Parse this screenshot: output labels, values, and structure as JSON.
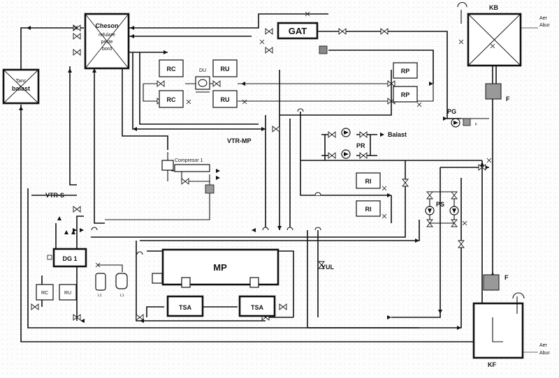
{
  "diagram": {
    "labels": {
      "tanc_balast": [
        "Tanc",
        "balast"
      ],
      "cheson": [
        "Cheson",
        "refulare",
        "peste",
        "bord"
      ],
      "gat": "GAT",
      "kb": "KB",
      "kf": "KF",
      "aer_top": [
        "Aer",
        "Abur"
      ],
      "aer_bottom": [
        "Aer",
        "Abur"
      ],
      "rc_top": "RC",
      "rc_bottom": "RC",
      "du": "DU",
      "ru_top": "RU",
      "ru_bottom": "RU",
      "rp_top": "RP",
      "rp_bottom": "RP",
      "pg": "PG",
      "f_pg": "F",
      "f_top": "F",
      "f_bottom": "F",
      "vtr_mp": "VTR-MP",
      "balast": "Balast",
      "pr": "PR",
      "compressor": "Compresor 1",
      "vtr_s": "VTR-S",
      "ri_top": "RI",
      "ri_bottom": "RI",
      "ps": "PS",
      "dg1": "DG 1",
      "rc_dg": "RC",
      "ru_dg": "RU",
      "mp": "MP",
      "yul": "YUL",
      "tsa_left": "TSA",
      "tsa_right": "TSA",
      "la": "L1",
      "lb": "L1"
    }
  }
}
